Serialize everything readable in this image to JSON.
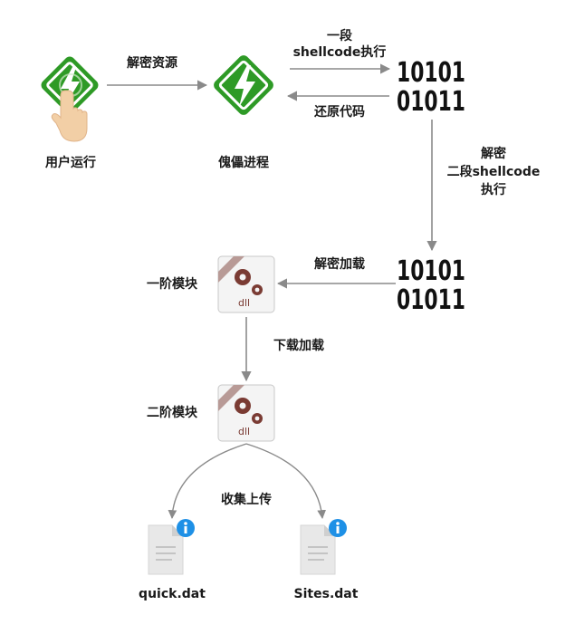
{
  "colors": {
    "app_green": "#2e9a26",
    "bolt_white": "#ffffff",
    "binary_black": "#111111",
    "arrow_gray": "#8a8a8a",
    "dll_gear": "#7a3b33",
    "info_blue": "#1e90e6"
  },
  "nodes": {
    "user_run": "用户运行",
    "puppet_process": "傀儡进程",
    "stage1_module": "一阶模块",
    "stage2_module": "二阶模块",
    "quick_file": "quick.dat",
    "sites_file": "Sites.dat",
    "dll_text": "dll"
  },
  "edges": {
    "decrypt_resource": "解密资源",
    "exec_shellcode_1": "一段",
    "exec_shellcode_2": "shellcode执行",
    "restore_code": "还原代码",
    "decrypt2_1": "解密",
    "decrypt2_2": "二段shellcode",
    "decrypt2_3": "执行",
    "decrypt_load": "解密加载",
    "download_load": "下载加载",
    "collect_upload": "收集上传"
  },
  "icons": {
    "app_icon": "green-bolt-app-icon",
    "hand_icon": "hand-pointer-icon",
    "binary_icon": "binary-code-icon",
    "dll_icon": "dll-file-icon",
    "document_icon": "document-icon",
    "info_badge": "info-badge-icon"
  }
}
